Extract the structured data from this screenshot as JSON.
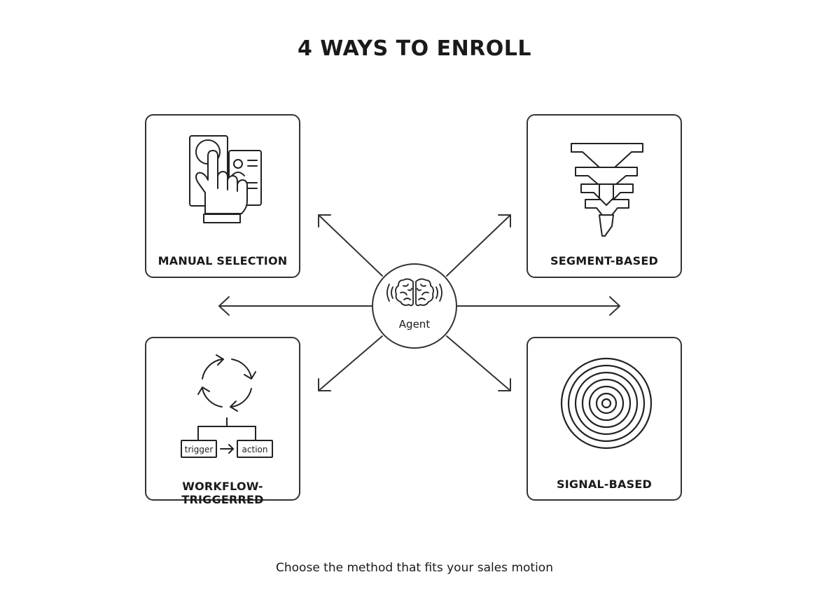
{
  "title": "4 WAYS TO ENROLL",
  "hub": {
    "label": "Agent",
    "icon": "brain-icon"
  },
  "cards": [
    {
      "id": "manual",
      "label": "MANUAL SELECTION",
      "icon": "hand-pointer-icon"
    },
    {
      "id": "segment",
      "label": "SEGMENT-BASED",
      "icon": "funnel-icon"
    },
    {
      "id": "workflow",
      "label": "WORKFLOW-TRIGGERRED",
      "icon": "cycle-arrows-icon",
      "flow": {
        "trigger": "trigger",
        "action": "action"
      }
    },
    {
      "id": "signal",
      "label": "SIGNAL-BASED",
      "icon": "concentric-circles-icon"
    }
  ],
  "footer": "Choose the method that fits your sales motion",
  "colors": {
    "stroke": "#333333",
    "background": "#ffffff"
  }
}
